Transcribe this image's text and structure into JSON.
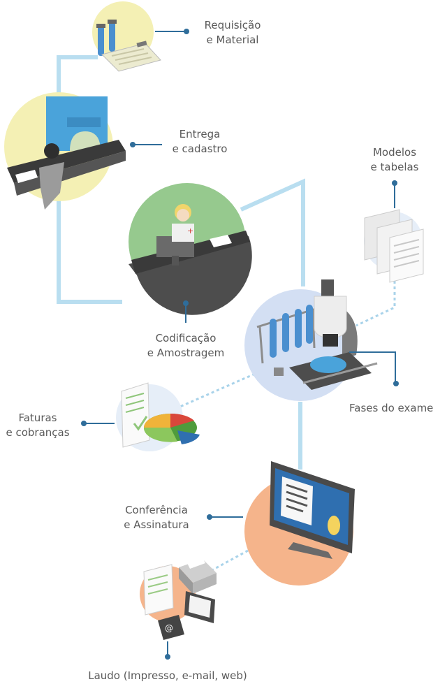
{
  "steps": {
    "requisicao": {
      "line1": "Requisição",
      "line2": "e Material"
    },
    "entrega": {
      "line1": "Entrega",
      "line2": "e cadastro"
    },
    "codificacao": {
      "line1": "Codificação",
      "line2": "e Amostragem"
    },
    "modelos": {
      "line1": "Modelos",
      "line2": "e tabelas"
    },
    "fases": {
      "line1": "Fases do exame"
    },
    "faturas": {
      "line1": "Faturas",
      "line2": "e cobranças"
    },
    "conferencia": {
      "line1": "Conferência",
      "line2": "e Assinatura"
    },
    "laudo": {
      "line1": "Laudo (Impresso, e-mail, web)"
    }
  },
  "colors": {
    "path": "#b9def0",
    "dotted": "#a9d3ea",
    "connector": "#2f6d9a",
    "yellow_circle": "#f4f0b4",
    "green_circle": "#96c98e",
    "blue_circle": "#d3dff3",
    "orange_circle": "#f5b48b",
    "dark": "#3a3a3a"
  },
  "icons": [
    "test-tubes-icon",
    "clipboard-icon",
    "reception-desk-icon",
    "nurse-icon",
    "microscope-icon",
    "document-stack-icon",
    "pie-chart-icon",
    "monitor-icon",
    "printer-icon",
    "email-icon"
  ]
}
